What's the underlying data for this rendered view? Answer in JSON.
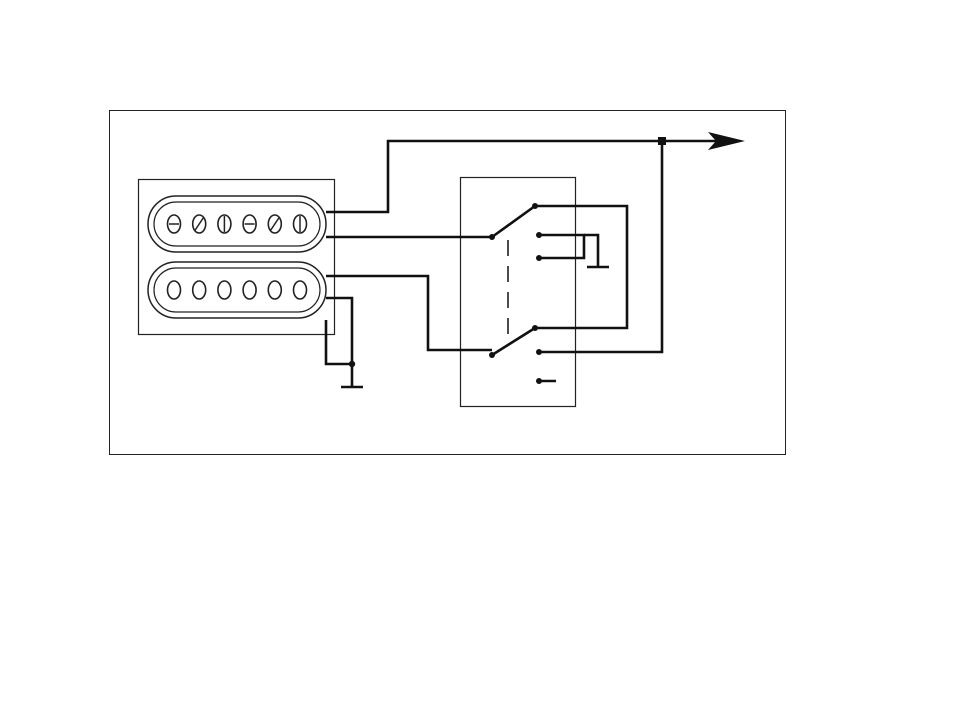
{
  "diagram": {
    "kind": "humbucker-coil-split-wiring",
    "colors": {
      "wire": "#111111",
      "frame": "#222222",
      "background": "#ffffff",
      "pole_piece": "#ffffff"
    },
    "pickup": {
      "coils": [
        {
          "id": "coil-1",
          "pole_style": "screw",
          "pole_count": 6
        },
        {
          "id": "coil-2",
          "pole_style": "slug",
          "pole_count": 6
        }
      ]
    },
    "switch": {
      "type": "DPDT",
      "throws_per_pole": 3
    },
    "output": {
      "icon": "arrow-right-icon"
    },
    "ground": {
      "icon": "ground-symbol-icon",
      "count": 2
    }
  }
}
